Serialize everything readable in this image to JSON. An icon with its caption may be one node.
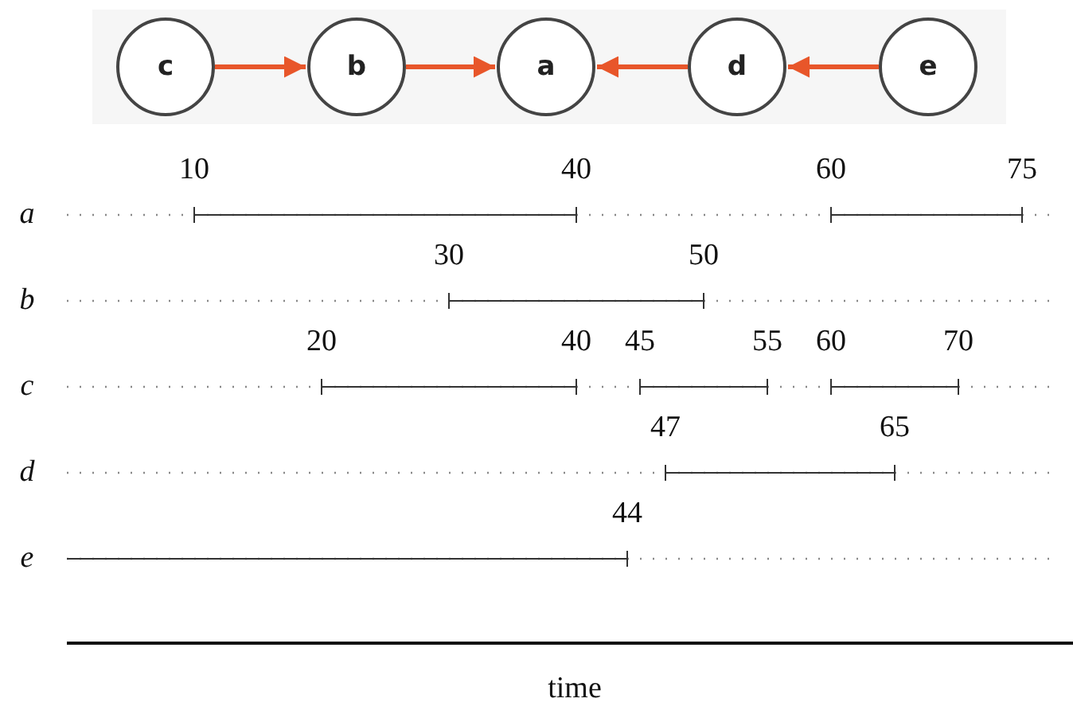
{
  "diagram": {
    "nodes": [
      {
        "text": [
          "c"
        ]
      },
      {
        "text": [
          "b"
        ]
      },
      {
        "text": [
          "a"
        ]
      },
      {
        "text": [
          "d"
        ]
      },
      {
        "text": [
          "e"
        ]
      }
    ],
    "edges": [
      {
        "from": 0,
        "to": 1,
        "arrow": "to"
      },
      {
        "from": 1,
        "to": 2,
        "arrow": "to"
      },
      {
        "from": 3,
        "to": 2,
        "arrow": "to"
      },
      {
        "from": 4,
        "to": 3,
        "arrow": "to"
      }
    ],
    "labels": [
      "10",
      "40",
      "60",
      "75",
      "a",
      "30",
      "50",
      "b",
      "20",
      "40",
      "45",
      "55",
      "60",
      "70",
      "c",
      "47",
      "65",
      "d",
      "44",
      "e",
      "time"
    ]
  }
}
